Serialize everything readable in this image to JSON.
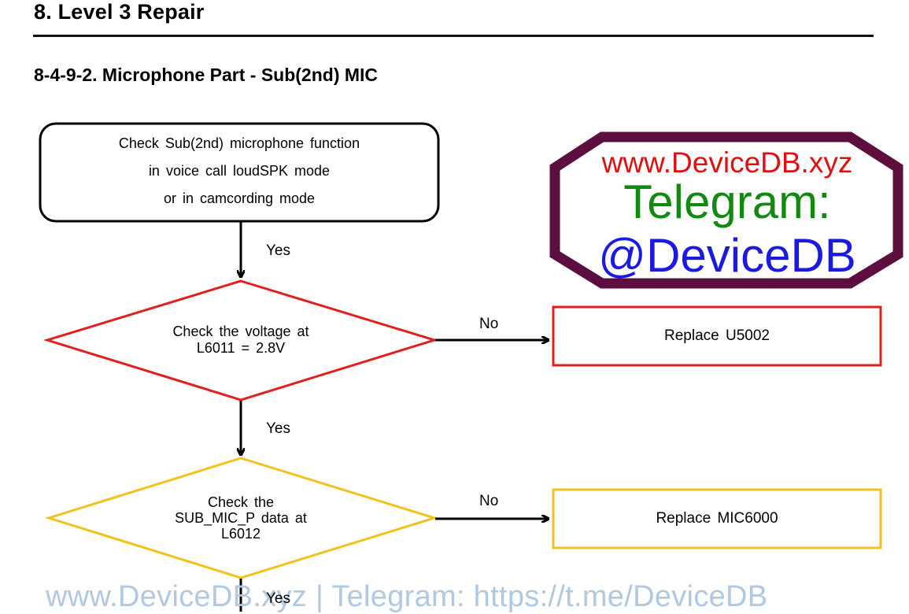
{
  "header": {
    "chapter_title": "8. Level 3 Repair",
    "section_title": "8-4-9-2. Microphone Part - Sub(2nd) MIC"
  },
  "flow": {
    "start_lines": [
      "Check Sub(2nd) microphone function",
      "in voice call loudSPK mode",
      "or in camcording mode"
    ],
    "yes_label_1": "Yes",
    "decision_1_lines": [
      "Check the voltage at",
      "L6011 = 2.8V"
    ],
    "no_label_1": "No",
    "action_1": "Replace U5002",
    "yes_label_2": "Yes",
    "decision_2_lines": [
      "Check the",
      "SUB_MIC_P data at",
      "L6012"
    ],
    "no_label_2": "No",
    "action_2": "Replace MIC6000",
    "yes_label_3": "Yes"
  },
  "watermark": {
    "site": "www.DeviceDB.xyz",
    "telegram_label": "Telegram:",
    "handle": "@DeviceDB",
    "footer": "www.DeviceDB.xyz | Telegram: https://t.me/DeviceDB"
  },
  "colors": {
    "decision_1_border": "#e01f1f",
    "decision_2_border": "#f2c21c",
    "watermark_border": "#5e0e3e",
    "watermark_site": "#e01010",
    "watermark_telegram": "#128a12",
    "watermark_handle": "#1a1ae0",
    "footer_watermark": "#b0c8e0"
  }
}
